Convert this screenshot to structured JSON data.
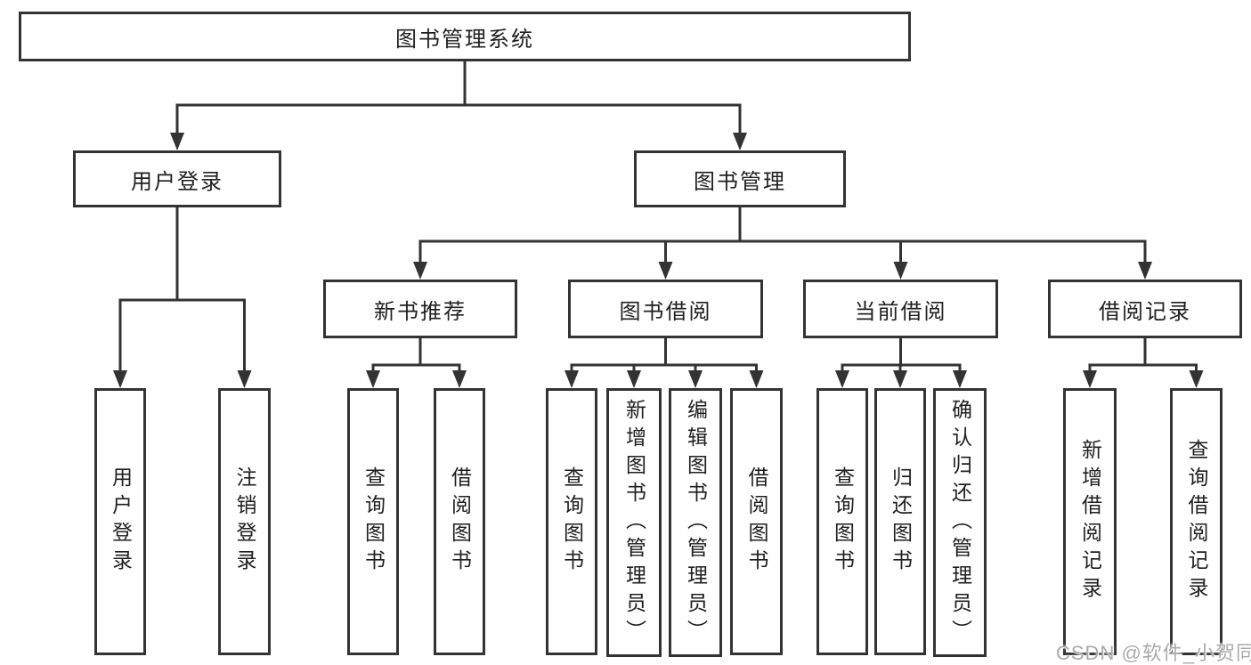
{
  "diagram": {
    "root": {
      "label": "图书管理系统"
    },
    "level2": [
      {
        "label": "用户登录"
      },
      {
        "label": "图书管理"
      }
    ],
    "level3": [
      {
        "label": "新书推荐"
      },
      {
        "label": "图书借阅"
      },
      {
        "label": "当前借阅"
      },
      {
        "label": "借阅记录"
      }
    ],
    "leaves": [
      {
        "label": "用户登录"
      },
      {
        "label": "注销登录"
      },
      {
        "label": "查询图书"
      },
      {
        "label": "借阅图书"
      },
      {
        "label": "查询图书"
      },
      {
        "label": "新增图书（管理员）"
      },
      {
        "label": "编辑图书（管理员）"
      },
      {
        "label": "借阅图书"
      },
      {
        "label": "查询图书"
      },
      {
        "label": "归还图书"
      },
      {
        "label": "确认归还（管理员）"
      },
      {
        "label": "新增借阅记录"
      },
      {
        "label": "查询借阅记录"
      }
    ],
    "watermark": "CSDN @软件_小贺同学",
    "colors": {
      "line": "#333333",
      "text": "#1f1f1f",
      "watermark": "#ababab",
      "background": "#ffffff"
    }
  }
}
